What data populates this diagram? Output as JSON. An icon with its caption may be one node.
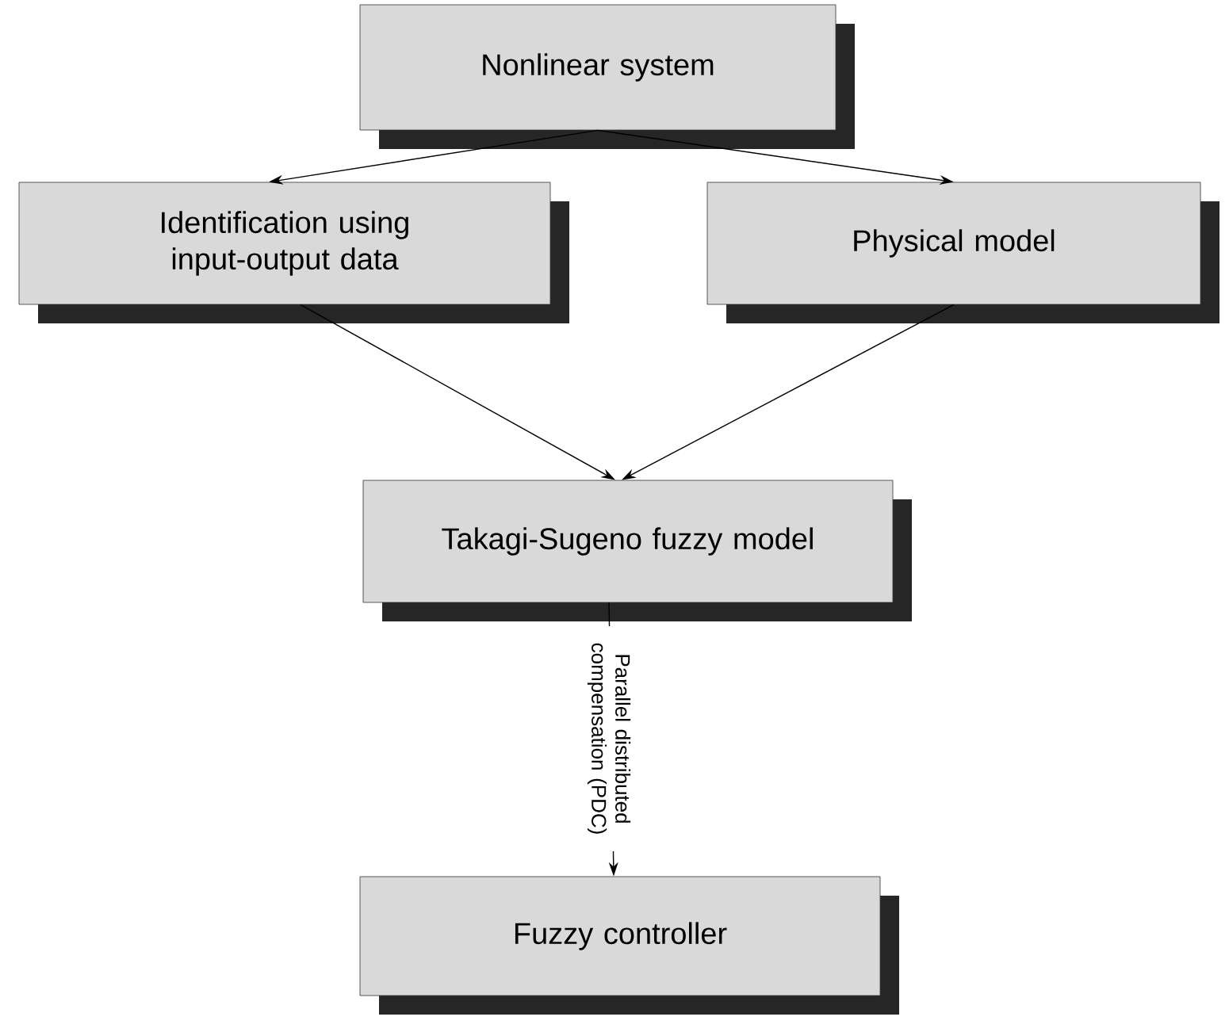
{
  "diagram": {
    "nodes": [
      {
        "text": [
          "Nonlinear system"
        ]
      },
      {
        "text": [
          "Identification using input-output data"
        ]
      },
      {
        "text": [
          "Physical model"
        ]
      },
      {
        "text": [
          "Takagi-Sugeno fuzzy model"
        ]
      },
      {
        "text": [
          "Fuzzy controller"
        ]
      }
    ],
    "edges": [
      {
        "from": 0,
        "to": 1,
        "arrow": "to"
      },
      {
        "from": 0,
        "to": 2,
        "arrow": "to"
      },
      {
        "from": 1,
        "to": 3,
        "arrow": "to"
      },
      {
        "from": 2,
        "to": 3,
        "arrow": "to"
      },
      {
        "from": 3,
        "to": 4,
        "arrow": "to",
        "label": "Parallel distributed compensation (PDC)"
      }
    ]
  }
}
